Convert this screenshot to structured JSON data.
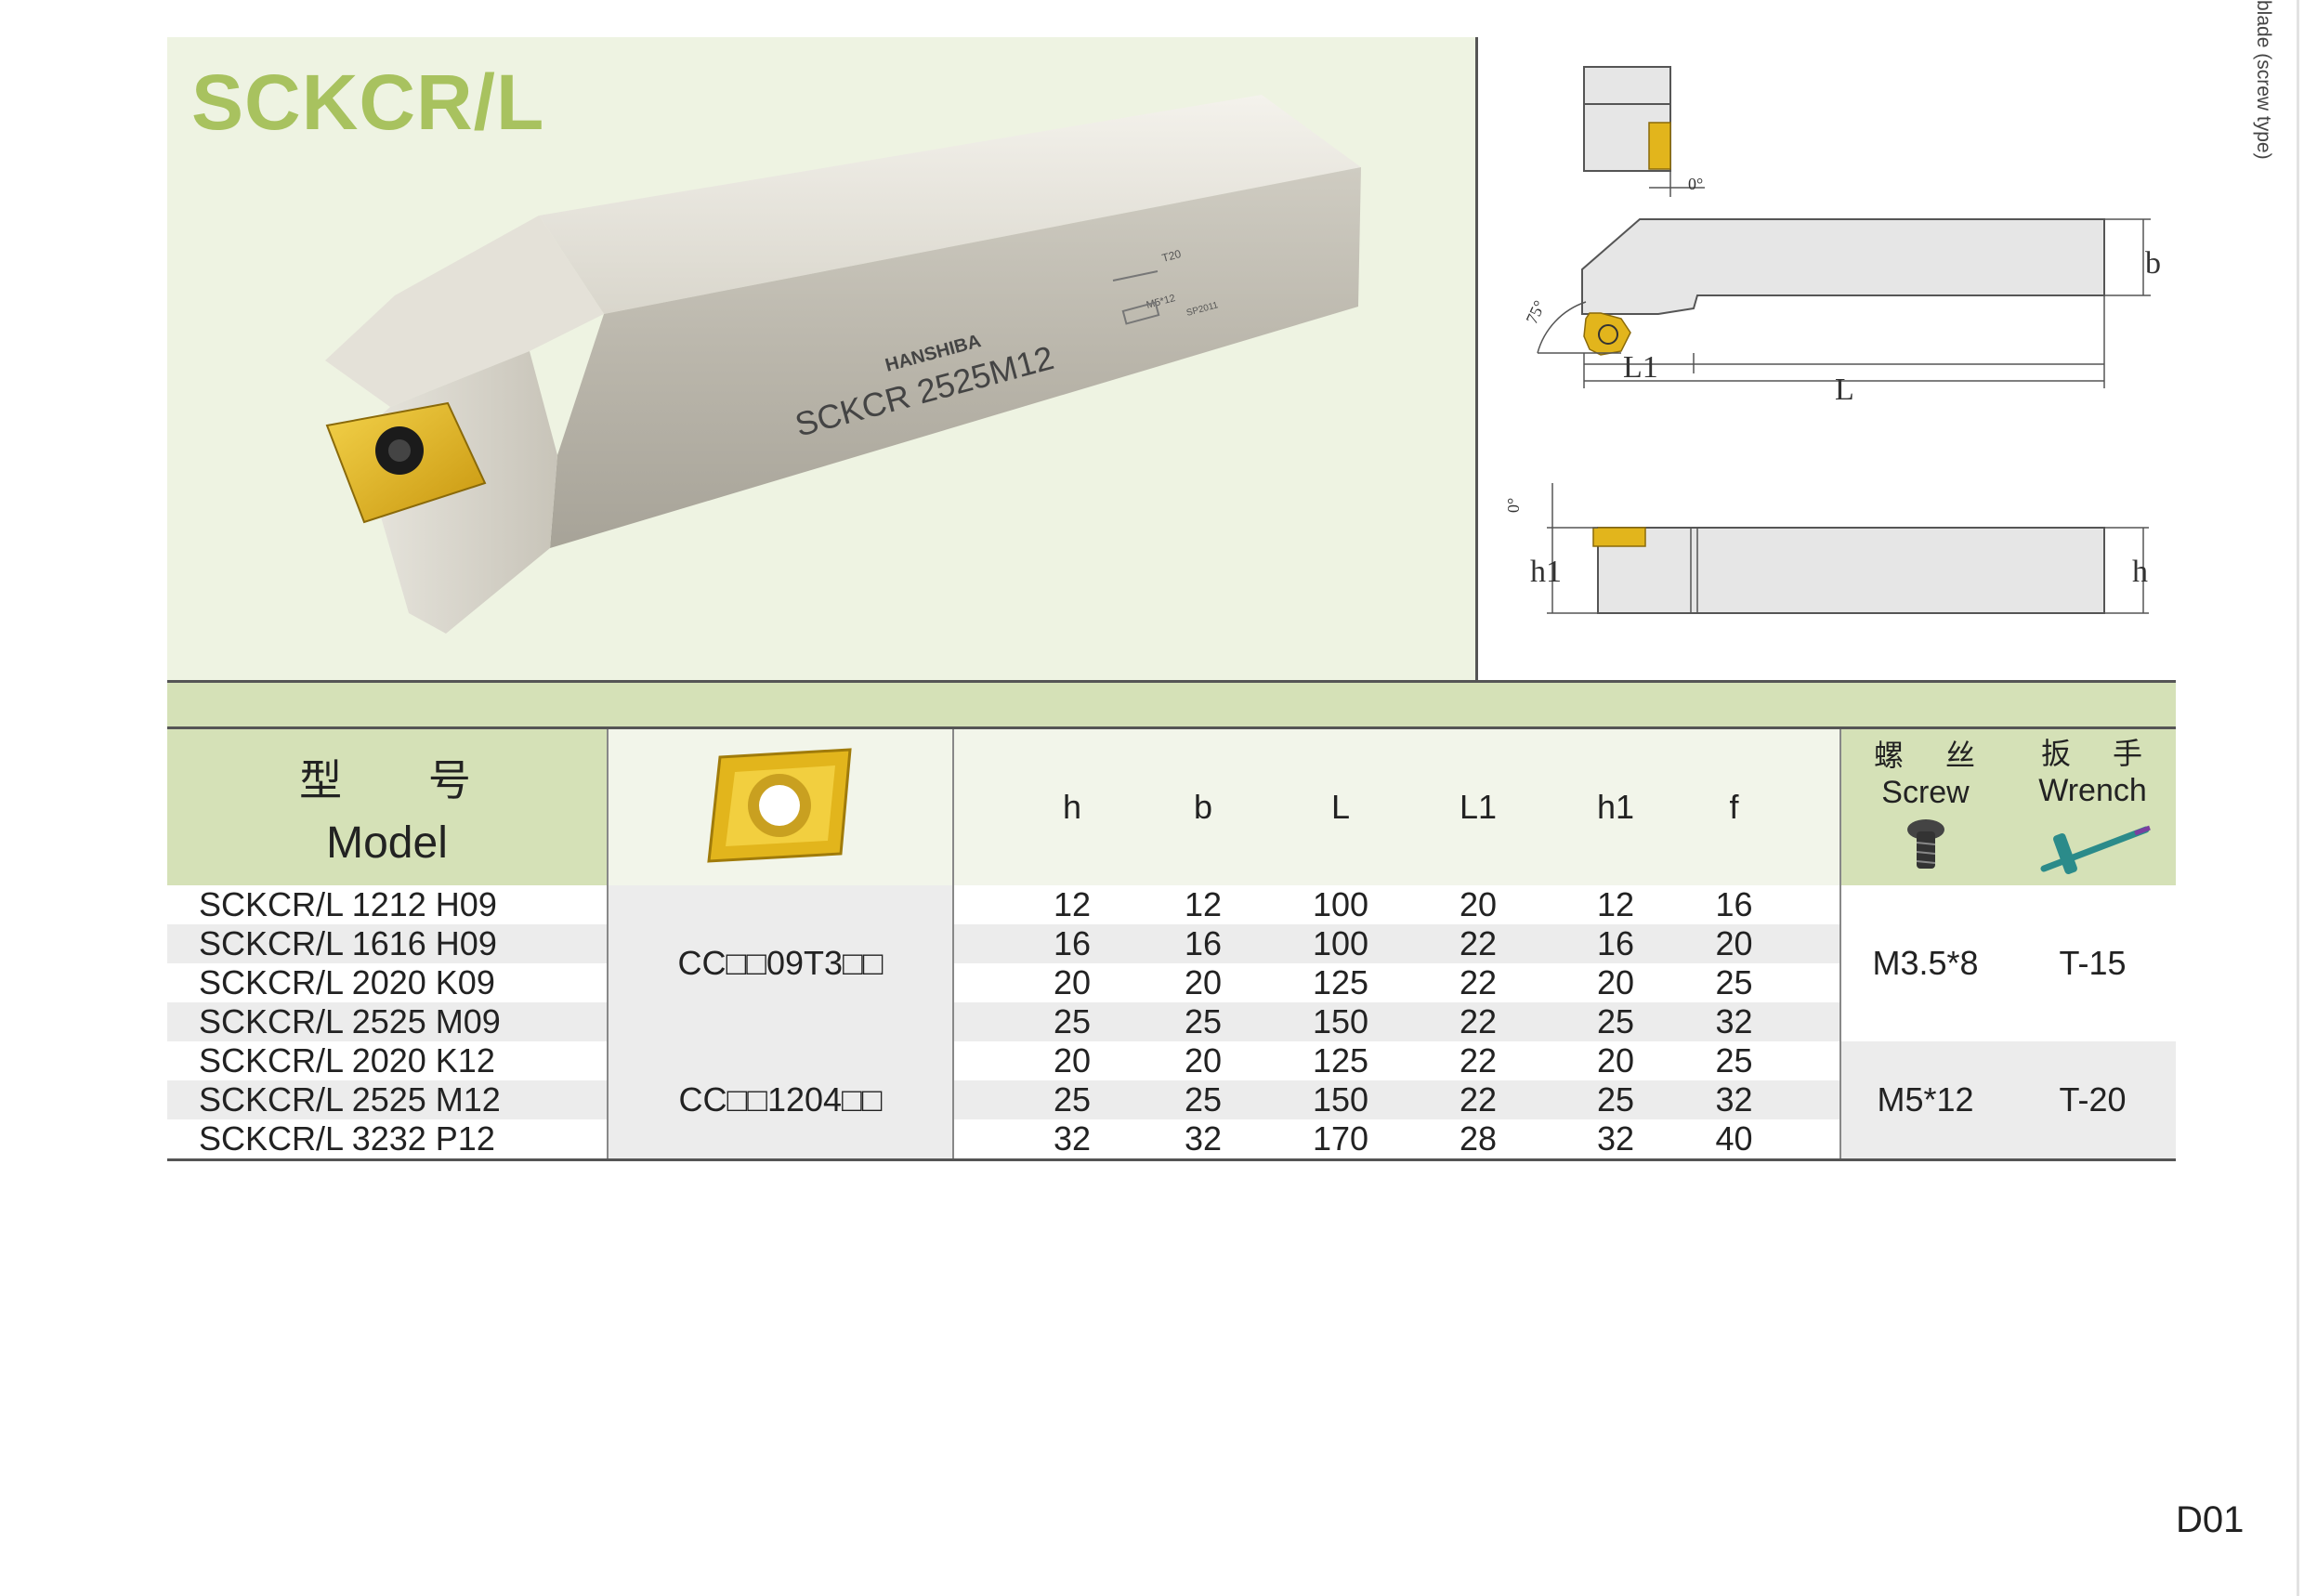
{
  "side_label": "blade (screw type)",
  "title": "SCKCR/L",
  "photo": {
    "holder_marking": "SCKCR 2525M12",
    "brand": "HANSHIBA",
    "marking_t": "T20",
    "marking_m": "M5*12",
    "marking_s": "SP2011"
  },
  "drawing": {
    "angle_top": "0°",
    "angle_side": "75°",
    "label_L1": "L1",
    "label_L": "L",
    "label_b": "b",
    "angle_bottom": "0°",
    "label_h1": "h1",
    "label_h": "h"
  },
  "table": {
    "model_zh": "型 号",
    "model_en": "Model",
    "dims": [
      "h",
      "b",
      "L",
      "L1",
      "h1",
      "f"
    ],
    "screw_zh": "螺 丝",
    "screw_en": "Screw",
    "wrench_zh": "扳 手",
    "wrench_en": "Wrench",
    "rows": [
      {
        "model": "SCKCR/L 1212 H09",
        "h": "12",
        "b": "12",
        "L": "100",
        "L1": "20",
        "h1": "12",
        "f": "16"
      },
      {
        "model": "SCKCR/L 1616 H09",
        "h": "16",
        "b": "16",
        "L": "100",
        "L1": "22",
        "h1": "16",
        "f": "20"
      },
      {
        "model": "SCKCR/L 2020 K09",
        "h": "20",
        "b": "20",
        "L": "125",
        "L1": "22",
        "h1": "20",
        "f": "25"
      },
      {
        "model": "SCKCR/L 2525 M09",
        "h": "25",
        "b": "25",
        "L": "150",
        "L1": "22",
        "h1": "25",
        "f": "32"
      },
      {
        "model": "SCKCR/L 2020 K12",
        "h": "20",
        "b": "20",
        "L": "125",
        "L1": "22",
        "h1": "20",
        "f": "25"
      },
      {
        "model": "SCKCR/L 2525 M12",
        "h": "25",
        "b": "25",
        "L": "150",
        "L1": "22",
        "h1": "25",
        "f": "32"
      },
      {
        "model": "SCKCR/L 3232 P12",
        "h": "32",
        "b": "32",
        "L": "170",
        "L1": "28",
        "h1": "32",
        "f": "40"
      }
    ],
    "groups": [
      {
        "insert": "CC□□09T3□□",
        "screw": "M3.5*8",
        "wrench": "T-15"
      },
      {
        "insert": "CC□□1204□□",
        "screw": "M5*12",
        "wrench": "T-20"
      }
    ]
  },
  "page_number": "D01",
  "colors": {
    "accent_green": "#a8c25f",
    "header_green": "#d5e1b7",
    "insert_gold": "#e2b51c"
  }
}
